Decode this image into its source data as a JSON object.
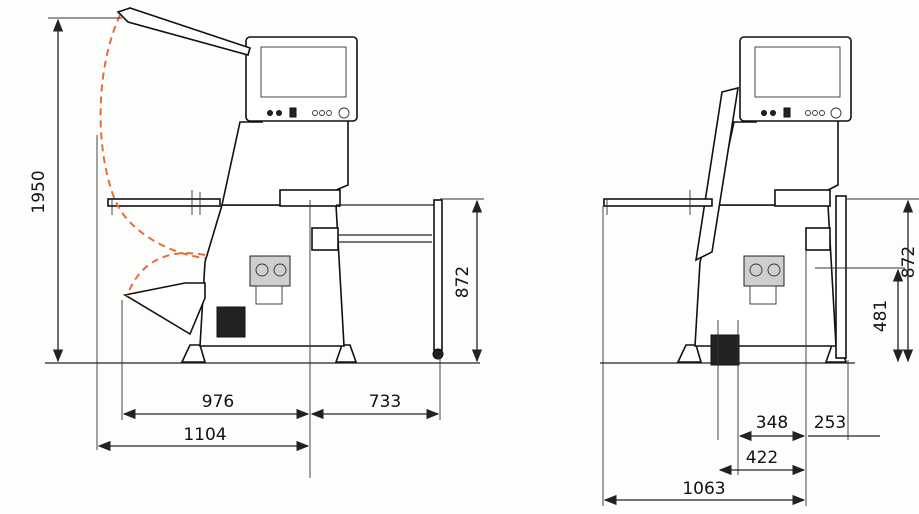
{
  "left_view": {
    "dimensions": {
      "height_total": "1950",
      "height_table": "872",
      "depth_front": "976",
      "depth_back": "733",
      "depth_open": "1104"
    }
  },
  "right_view": {
    "dimensions": {
      "height_table": "872",
      "height_lower": "481",
      "depth_a": "348",
      "depth_b": "253",
      "depth_c": "422",
      "depth_total": "1063"
    }
  },
  "colors": {
    "line": "#222222",
    "swing_path": "#e0703a"
  }
}
